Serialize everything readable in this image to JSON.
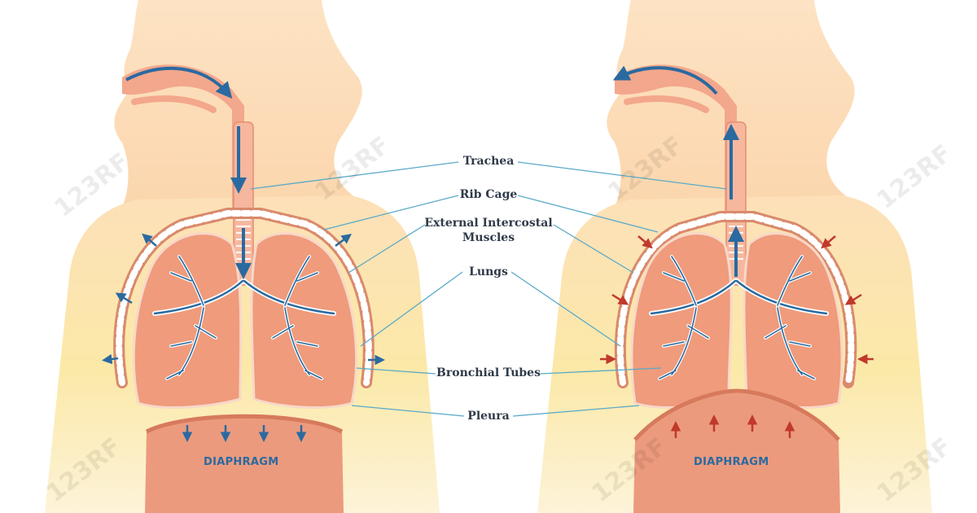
{
  "labels": {
    "trachea": "Trachea",
    "rib_cage": "Rib Cage",
    "external_intercostal_line1": "External Intercostal",
    "external_intercostal_line2": "Muscles",
    "lungs": "Lungs",
    "bronchial_tubes": "Bronchial Tubes",
    "pleura": "Pleura"
  },
  "left_figure": {
    "diaphragm_label": "DIAPHRAGM"
  },
  "right_figure": {
    "diaphragm_label": "DIAPHRAGM"
  },
  "watermark": "123RF",
  "colors": {
    "skin": "#fbd9b0",
    "skin_light": "#fdebd0",
    "torso_yellow": "#fbe7a6",
    "lung": "#ef9b7c",
    "lung_edge": "#e07f62",
    "airway": "#f3a78c",
    "rib_muscle": "#d98a6c",
    "diaphragm": "#ec9a7d",
    "blue_arrow": "#2a6aa0",
    "red_arrow": "#c0392b",
    "leader_line": "#5aa9c8",
    "label_text": "#2f3a48"
  }
}
